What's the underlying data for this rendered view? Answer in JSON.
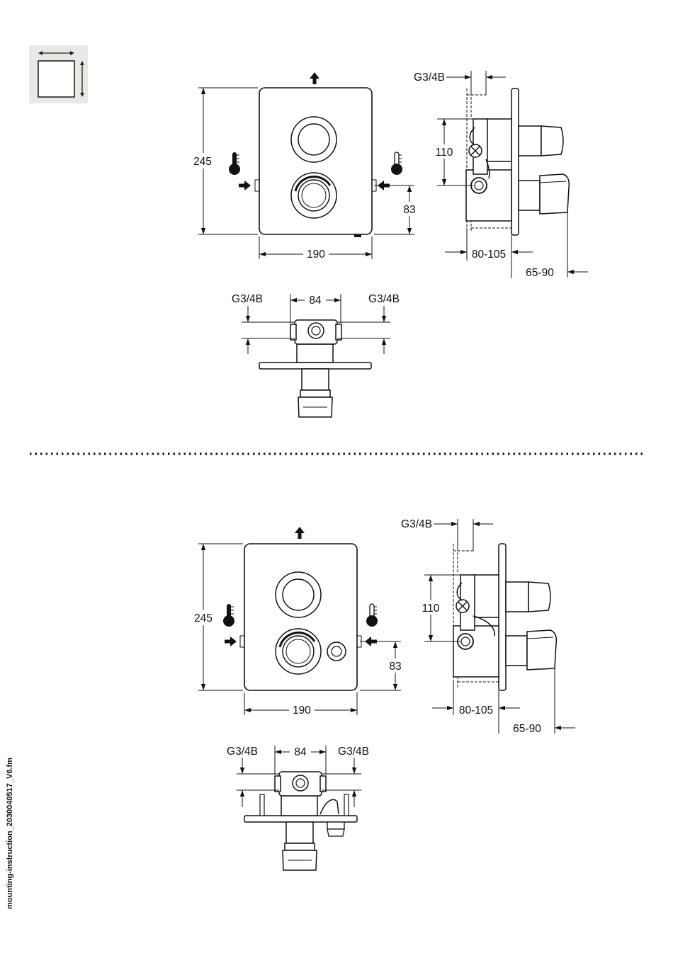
{
  "footer_file": "mounting-instruction_2030040517_V6.fm",
  "icon": "dimensions-icon",
  "diagram_top": {
    "front": {
      "height": "245",
      "width": "190",
      "offset": "83"
    },
    "side": {
      "thread": "G3/4B",
      "spacing": "110",
      "depth_a": "80-105",
      "depth_b": "65-90"
    },
    "top_view": {
      "thread_left": "G3/4B",
      "spacing": "84",
      "thread_right": "G3/4B"
    }
  },
  "diagram_bottom": {
    "front": {
      "height": "245",
      "width": "190",
      "offset": "83"
    },
    "side": {
      "thread": "G3/4B",
      "spacing": "110",
      "depth_a": "80-105",
      "depth_b": "65-90"
    },
    "top_view": {
      "thread_left": "G3/4B",
      "spacing": "84",
      "thread_right": "G3/4B"
    }
  }
}
